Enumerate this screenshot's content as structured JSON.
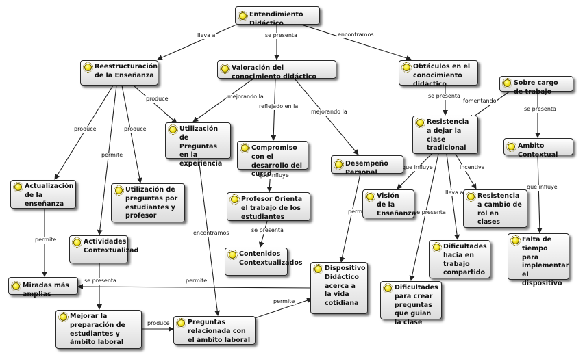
{
  "colors": {
    "node_fill": "#f2f2f2",
    "edge": "#222222",
    "icon": "#f2e21a"
  },
  "icons": {
    "node_marker": "lightbulb-icon"
  },
  "nodes": {
    "entendimiento": "Entendimiento Didáctico",
    "reestructuracion": "Reestructuración de  la Enseñanza",
    "valoracion": "Valoración del conocimiento didáctico",
    "obstaculos": "Obtáculos en el conocimiento didáctico",
    "sobrecargo": "Sobre cargo de trabajo",
    "utilizacion_experiencia": "Utilización de Preguntas en la experiencia",
    "compromiso": "Compromiso con el desarrollo del curso",
    "desempeno": "Desempeño Personal",
    "resistencia_dejar": "Resistencia a dejar la clase tradicional",
    "ambito_contextual": "Ambito Contextual",
    "actualizacion": "Actualización de la enseñanza",
    "utilizacion_estudiantes": "Utilización de preguntas por estudiantes y profesor",
    "profesor_orienta": "Profesor Orienta el trabajo de los estudiantes",
    "vision": "Visión de la Enseñanza",
    "resistencia_cambio": "Resistencia a cambio de rol en clases",
    "actividades": "Actividades Contextualizad",
    "contenidos": "Contenidos Contextualizados",
    "dispositivo": "Dispositivo Didáctico acerca a la vida cotidiana",
    "dificultades_trabajo": "Dificultades hacia en trabajo compartido",
    "falta_tiempo": "Falta de tiempo para implementar el dispositivo",
    "miradas": "Miradas más amplias",
    "dificultades_preguntas": "Dificultades para crear preguntas que guian la clase",
    "mejorar": "Mejorar  la preparación de estudiantes y ámbito laboral",
    "preguntas_relacionada": "Preguntas relacionada con el ámbito laboral"
  },
  "links": {
    "lleva_a_1": "lleva a",
    "se_presenta_1": "se presenta",
    "encontramos_1": "encontramos",
    "produce_1": "produce",
    "mejorando_la_1": "mejorando la",
    "reflejado_en_la": "reflejado en la",
    "mejorando_la_2": "mejorando la",
    "se_presenta_2": "se presenta",
    "fomentando": "fomentando",
    "se_presenta_3": "se presenta",
    "produce_2": "produce",
    "produce_3": "produce",
    "permite_1": "permite",
    "que_influye_1": "que influye",
    "que_influye_2": "que influye",
    "incentiva": "incentiva",
    "lleva_a_2": "lleva a",
    "que_influye_3": "que influye",
    "encontramos_2": "encontramos",
    "permite_2": "permite",
    "se_presenta_4": "se presenta",
    "permite_3": "permite",
    "se_presenta_5": "se presenta",
    "permite_4": "permite",
    "produce_4": "produce",
    "permite_5": "permite"
  }
}
